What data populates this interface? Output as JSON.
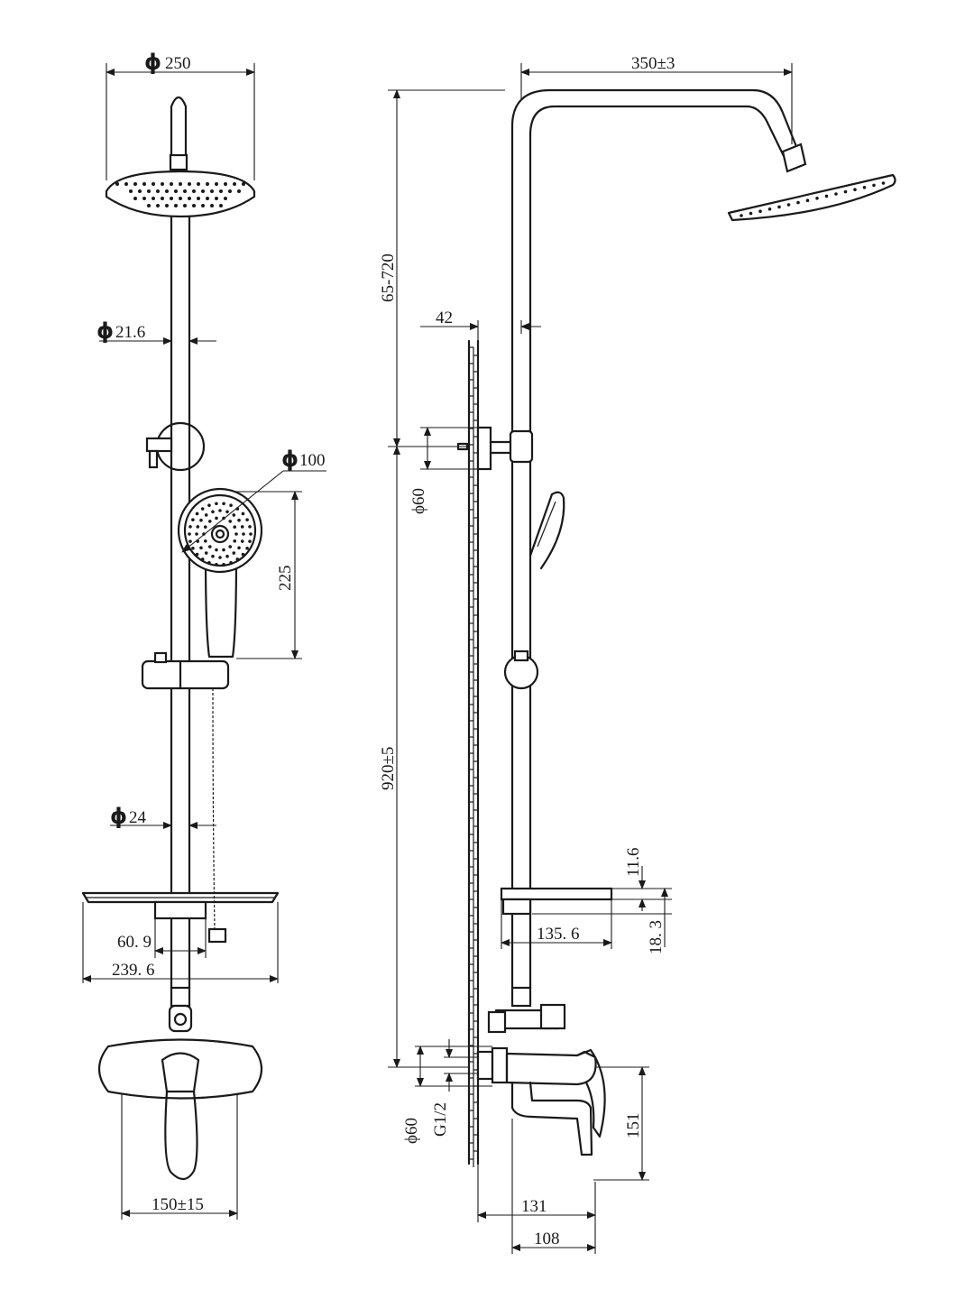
{
  "front_view": {
    "overhead_diameter": "250",
    "pipe_diameter": "21.6",
    "hand_shower_diameter": "100",
    "hand_shower_length": "225",
    "lower_pipe_diameter": "24",
    "shelf_inner": "60. 9",
    "shelf_width": "239. 6",
    "mixer_spacing": "150±15"
  },
  "side_view": {
    "arm_reach": "350±3",
    "height_range": "65-720",
    "wall_offset": "42",
    "bracket_diameter": "ϕ60",
    "column_height": "920±5",
    "shelf_thickness": "11.6",
    "shelf_depth": "135. 6",
    "shelf_offset": "18. 3",
    "escutcheon_diameter": "ϕ60",
    "thread": "G1/2",
    "spout_height": "151",
    "spout_reach": "131",
    "body_reach": "108"
  },
  "symbols": {
    "diameter": "ϕ"
  },
  "colors": {
    "line": "#1a1a1a",
    "background": "#ffffff"
  }
}
